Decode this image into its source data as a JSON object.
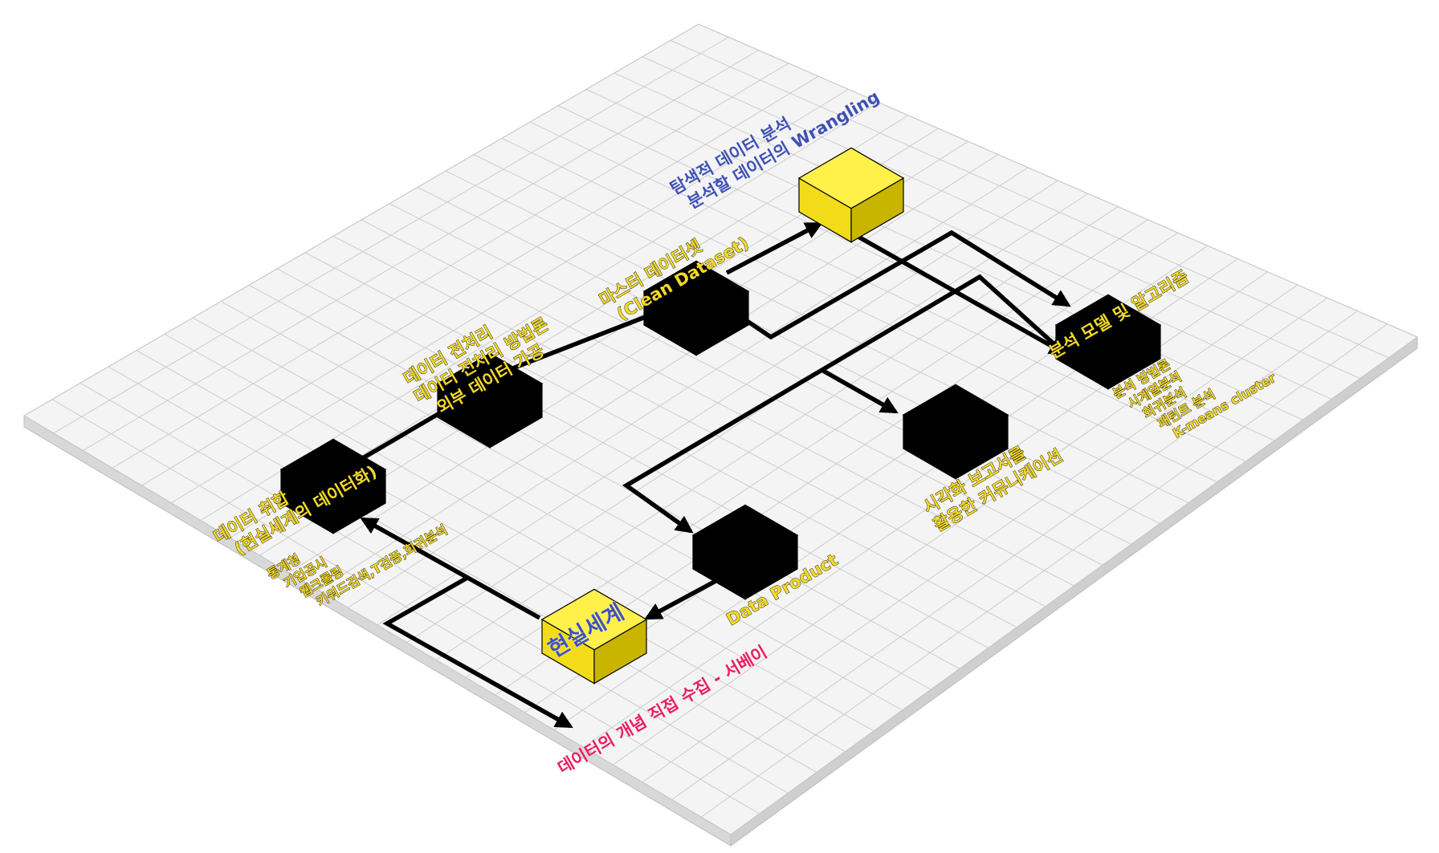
{
  "colors": {
    "grid_line": "#c8c8c8",
    "plate_top": "#f4f4f4",
    "plate_side": "#d8d8d8",
    "black_box": "#000000",
    "yellow_top": "#fff04a",
    "yellow_left": "#f2dc1a",
    "yellow_right": "#c9b400",
    "label_yellow": "#f2d92a",
    "label_blue": "#3f51b5",
    "label_pink": "#e91e63",
    "arrow": "#000000"
  },
  "nodes": {
    "real_world": {
      "label": "현실세계",
      "color": "yellow"
    },
    "data_acquisition": {
      "label_line1": "데이터 취합",
      "label_line2": "(현실세계의 데이터화)",
      "color": "black"
    },
    "data_preprocessing": {
      "label_line1": "데이터 전처리",
      "label_line2": "데이터 전처리 방법론",
      "label_line3": "외부 데이터 가공",
      "color": "black"
    },
    "master_dataset": {
      "label_line1": "마스터 데이터셋",
      "label_line2": "(Clean Dataset)",
      "color": "black"
    },
    "eda": {
      "label_line1": "탐색적 데이터 분석",
      "label_line2": "분석할 데이터의 Wrangling",
      "color": "yellow"
    },
    "analysis_model": {
      "label": "분석 모델 및 알고리즘",
      "color": "black"
    },
    "visualization": {
      "label_line1": "시각화 보고서를",
      "label_line2": "활용한 커뮤니케이션",
      "color": "black"
    },
    "data_product": {
      "label": "Data Product",
      "color": "black"
    }
  },
  "sublabels": {
    "acquisition_methods": [
      "통계청",
      "기업공시",
      "웹크롤링",
      "키워드검색,T검증,회귀분석"
    ],
    "analysis_methods": [
      "분석 방법론",
      "시계열분석",
      "회귀분석",
      "패턴트 분석",
      "K-means cluster"
    ]
  },
  "annotations": {
    "direct_collection": "데이터의 개념 직접 수집 - 서베이"
  }
}
